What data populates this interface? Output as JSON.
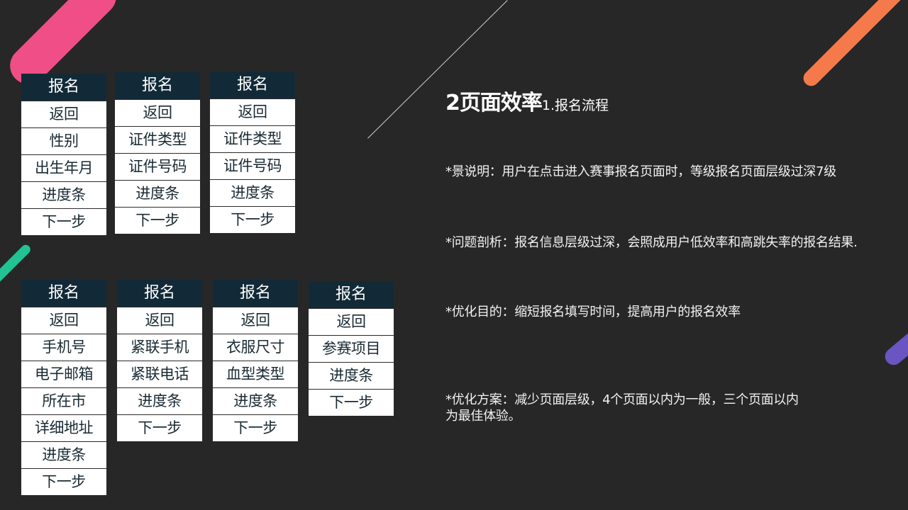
{
  "slide": {
    "title_main": "2页面效率",
    "title_sub": "1.报名流程",
    "paragraphs": [
      "*景说明：用户在点击进入赛事报名页面时，等级报名页面层级过深7级",
      "*问题剖析：报名信息层级过深，会照成用户低效率和高跳失率的报名结果.",
      "*优化目的：缩短报名填写时间，提高用户的报名效率",
      "*优化方案：减少页面层级，4个页面以内为一般，三个页面以内为最佳体验。"
    ]
  },
  "colors": {
    "background": "#272727",
    "table_header": "#122a38",
    "table_cell": "#ffffff",
    "accent_pink": "#f04e86",
    "accent_orange": "#f47a4b",
    "accent_purple": "#6a55c2",
    "accent_green": "#22c393"
  },
  "tables": [
    {
      "header": "报名",
      "rows": [
        "返回",
        "性别",
        "出生年月",
        "进度条",
        "下一步"
      ]
    },
    {
      "header": "报名",
      "rows": [
        "返回",
        "证件类型",
        "证件号码",
        "进度条",
        "下一步"
      ]
    },
    {
      "header": "报名",
      "rows": [
        "返回",
        "证件类型",
        "证件号码",
        "进度条",
        "下一步"
      ]
    },
    {
      "header": "报名",
      "rows": [
        "返回",
        "手机号",
        "电子邮箱",
        "所在市",
        "详细地址",
        "进度条",
        "下一步"
      ]
    },
    {
      "header": "报名",
      "rows": [
        "返回",
        "紧联手机",
        "紧联电话",
        "进度条",
        "下一步"
      ]
    },
    {
      "header": "报名",
      "rows": [
        "返回",
        "衣服尺寸",
        "血型类型",
        "进度条",
        "下一步"
      ]
    },
    {
      "header": "报名",
      "rows": [
        "返回",
        "参赛项目",
        "进度条",
        "下一步"
      ]
    }
  ]
}
